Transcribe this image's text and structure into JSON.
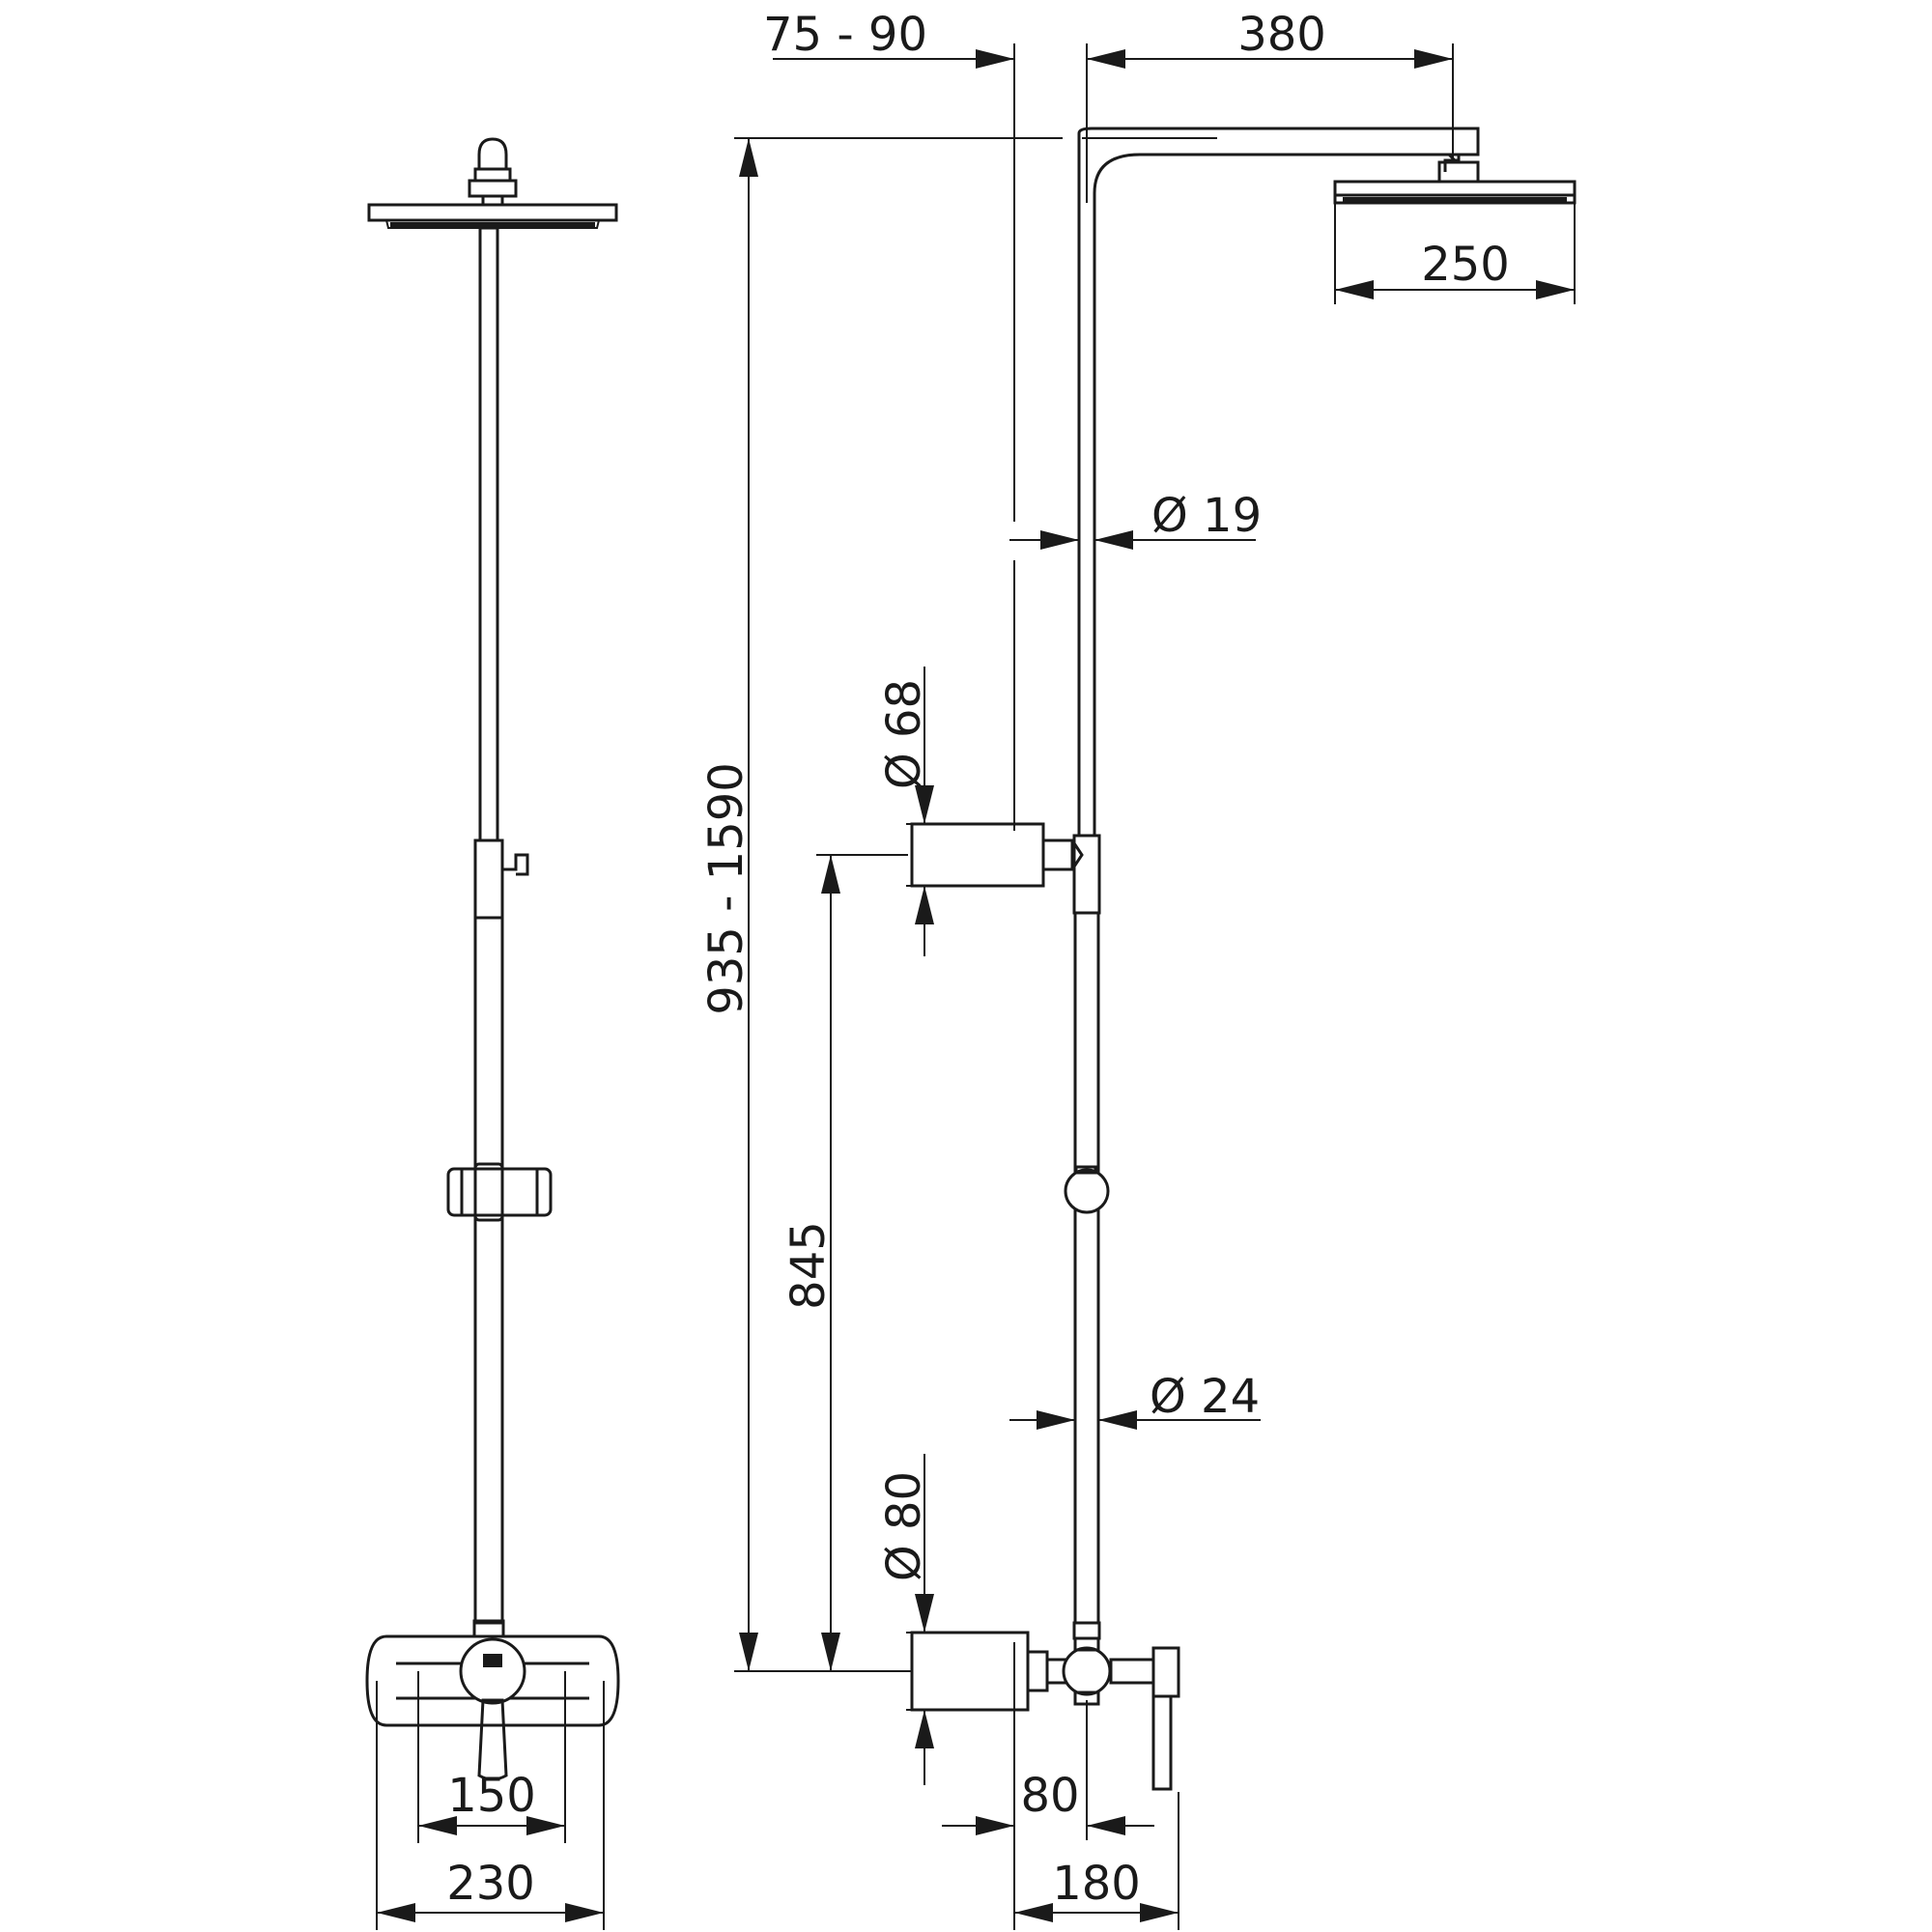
{
  "dimensions": {
    "arm_projection": "380",
    "wall_offset": "75  - 90",
    "head_diameter": "250",
    "upper_pipe_diameter": "Ø 19",
    "lower_pipe_diameter": "Ø 24",
    "holder_diameter": "Ø 68",
    "mixer_diameter": "Ø 80",
    "height_range": "935 - 1590",
    "holder_height": "845",
    "inlet_spacing": "150",
    "front_width": "230",
    "mixer_offset": "80",
    "side_depth": "180"
  },
  "colors": {
    "line": "#1a1a1a",
    "background": "#ffffff"
  }
}
